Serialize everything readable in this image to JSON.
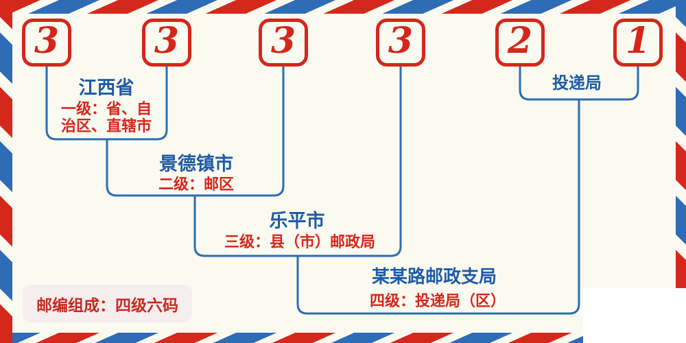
{
  "colors": {
    "red": "#d5261b",
    "blue": "#2e6cb5",
    "line_blue": "#2b6cb3",
    "text_blue": "#1d5ba6",
    "text_red": "#d6251c",
    "badge_bg": "#f6edee",
    "background": "#fbfaf1",
    "stripe_red": "#d5281c",
    "stripe_blue": "#2e6cb5",
    "patch_white": "#ffffff"
  },
  "code": {
    "digits": [
      "3",
      "3",
      "3",
      "3",
      "2",
      "1"
    ]
  },
  "levels": [
    {
      "name": "江西省",
      "lines": [
        "一级：省、自",
        "治区、直辖市"
      ]
    },
    {
      "name": "景德镇市",
      "lines": [
        "二级：邮区"
      ]
    },
    {
      "name": "乐平市",
      "lines": [
        "三级：县（市）邮政局"
      ]
    },
    {
      "name": "某某路邮政支局",
      "lines": [
        "四级：投递局（区）"
      ]
    }
  ],
  "delivery_label": "投递局",
  "footer_badge": "邮编组成：四级六码"
}
